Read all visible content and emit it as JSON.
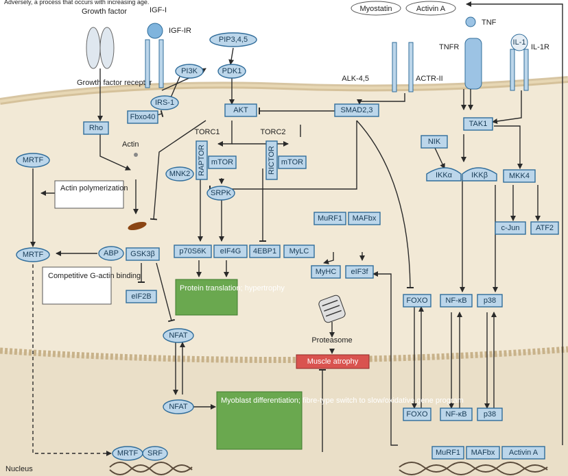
{
  "header_text": "Adversely, a process that occurs with increasing age.",
  "ligands": {
    "growth_factor": "Growth factor",
    "igf1": "IGF-I",
    "igf1r": "IGF-IR",
    "myostatin": "Myostatin",
    "activin_a": "Activin A",
    "tnf": "TNF",
    "tnfr": "TNFR",
    "il1": "IL-1",
    "il1r": "IL-1R",
    "gf_receptor": "Growth factor receptor",
    "alk": "ALK-4,5",
    "actr": "ACTR-II"
  },
  "nodes": {
    "pip3": "PIP3,4,5",
    "pi3k": "PI3K",
    "pdk1": "PDK1",
    "irs1": "IRS-1",
    "fbxo40": "Fbxo40",
    "akt": "AKT",
    "smad": "SMAD2,3",
    "rho": "Rho",
    "actin": "Actin",
    "torc1": "TORC1",
    "torc2": "TORC2",
    "raptor": "RAPTOR",
    "mtor1": "mTOR",
    "rictor": "RICTOR",
    "mtor2": "mTOR",
    "mnk2": "MNK2",
    "srpk": "SRPK",
    "nik": "NIK",
    "tak1": "TAK1",
    "ikka": "IKKα",
    "ikkb": "IKKβ",
    "mkk4": "MKK4",
    "cjun": "c-Jun",
    "atf2": "ATF2",
    "mrtf_top": "MRTF",
    "actin_poly": "Actin polymerization",
    "mrtf_mid": "MRTF",
    "abp": "ABP",
    "competitive": "Competitive G-actin binding",
    "gsk3b": "GSK3β",
    "p70s6k": "p70S6K",
    "eif4g": "eIF4G",
    "ebp1": "4EBP1",
    "mylc": "MyLC",
    "murf1": "MuRF1",
    "mafbx": "MAFbx",
    "myhc": "MyHC",
    "eif3f": "eIF3f",
    "eif2b": "eIF2B",
    "protein_translation": "Protein translation; hypertrophy",
    "proteasome": "Proteasome",
    "foxo": "FOXO",
    "nfkb": "NF-κB",
    "p38": "p38",
    "nfat1": "NFAT",
    "muscle_atrophy": "Muscle atrophy",
    "nfat2": "NFAT",
    "myoblast": "Myoblast differentiation; fibre-type switch to slow/oxidative gene program",
    "foxo_n": "FOXO",
    "nfkb_n": "NF-κB",
    "p38_n": "p38",
    "mrtf_n": "MRTF",
    "srf_n": "SRF",
    "murf1_n": "MuRF1",
    "mafbx_n": "MAFbx",
    "activin_n": "Activin A",
    "nucleus": "Nucleus"
  },
  "colors": {
    "cytoplasm": "#f1e7d3",
    "membrane": "#d8c39a",
    "node_fill": "#bcd6ea",
    "node_stroke": "#2f6c9a",
    "outcome_green": "#6aa84f",
    "atrophy_red": "#d9534f"
  }
}
